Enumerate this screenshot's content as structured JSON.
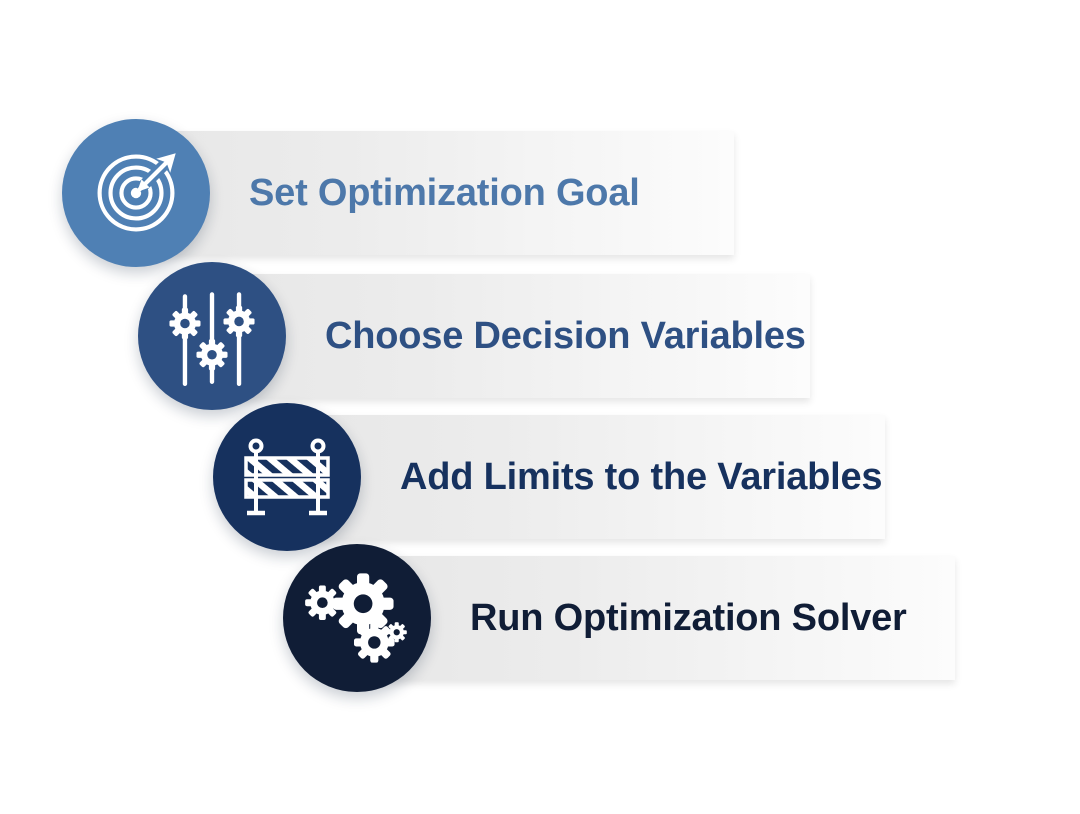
{
  "background": "#ffffff",
  "bar": {
    "gradient_start": "#e7e7e7",
    "gradient_end": "#fcfcfc"
  },
  "icon_color": "#ffffff",
  "steps": [
    {
      "label": "Set Optimization Goal",
      "icon": "target-icon",
      "circle_color": "#4f80b4",
      "text_color": "#4d78aa"
    },
    {
      "label": "Choose Decision Variables",
      "icon": "sliders-icon",
      "circle_color": "#2e5083",
      "text_color": "#2e5083"
    },
    {
      "label": "Add Limits to the Variables",
      "icon": "barrier-icon",
      "circle_color": "#16315e",
      "text_color": "#16315e"
    },
    {
      "label": "Run Optimization Solver",
      "icon": "gears-icon",
      "circle_color": "#101d36",
      "text_color": "#101d36"
    }
  ]
}
